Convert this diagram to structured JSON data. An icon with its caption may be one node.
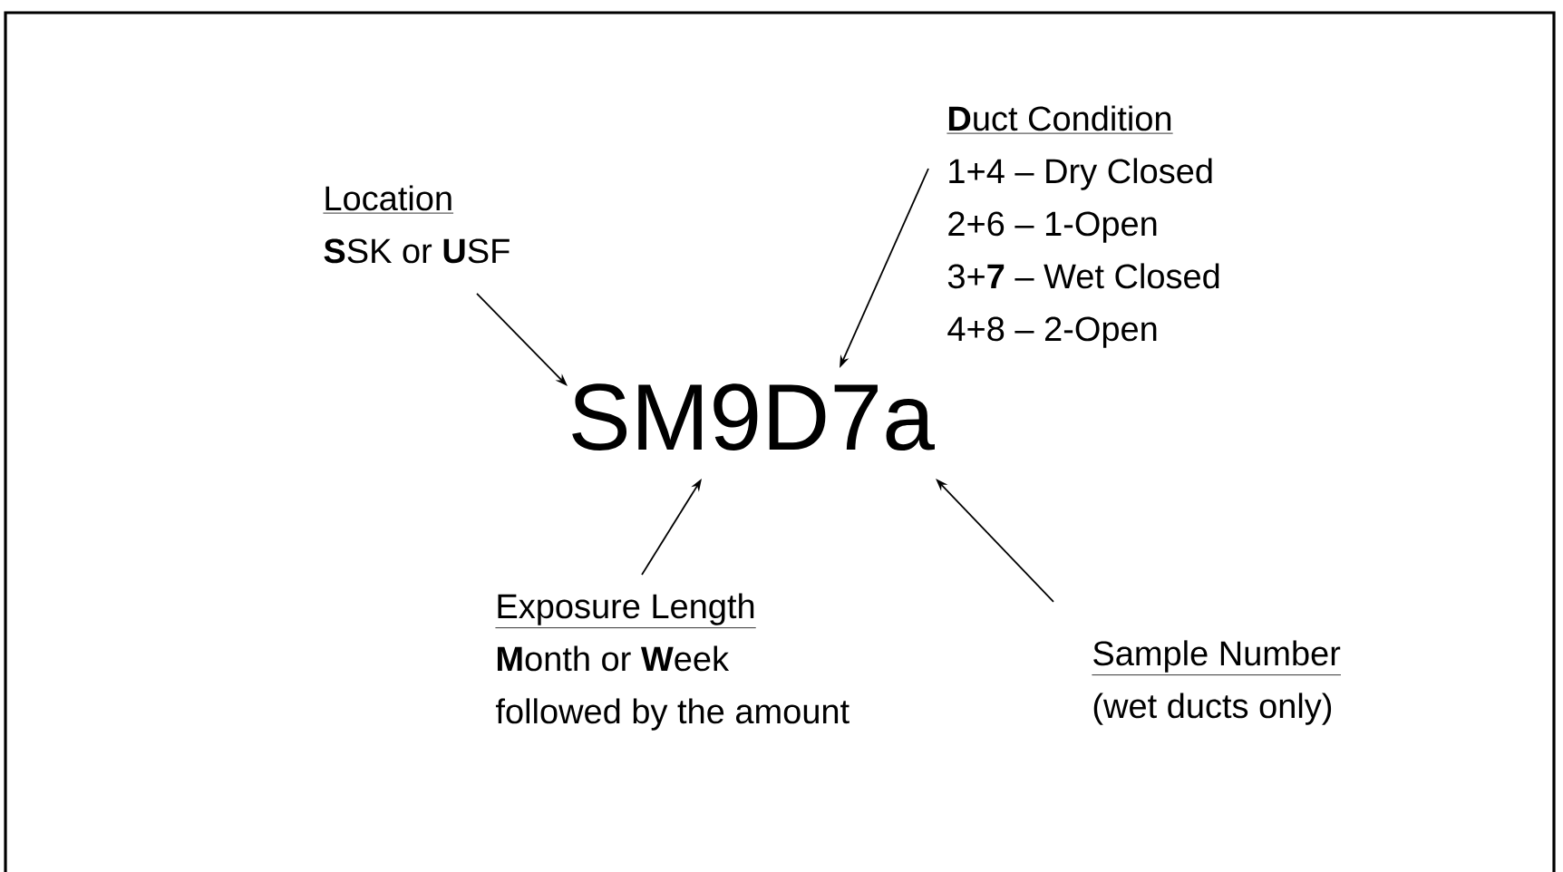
{
  "diagram": {
    "nodes": [
      {
        "text": [
          "Location",
          "**S**SK or **U**SF"
        ]
      },
      {
        "text": [
          "**D**uct Condition",
          "1+4 – Dry Closed",
          "2+6 – 1-Open",
          "3+**7** – Wet Closed",
          "4+8 – 2-Open"
        ]
      },
      {
        "text": [
          "SM9D7a"
        ]
      },
      {
        "text": [
          "Exposure Length",
          "**M**onth or **W**eek",
          "followed by the amount"
        ]
      },
      {
        "text": [
          "Sample Number",
          "(wet ducts only)"
        ]
      }
    ],
    "edges": [
      {
        "from": 0,
        "to": 2,
        "arrow": "to"
      },
      {
        "from": 1,
        "to": 2,
        "arrow": "to"
      },
      {
        "from": 3,
        "to": 2,
        "arrow": "to"
      },
      {
        "from": 4,
        "to": 2,
        "arrow": "to"
      }
    ]
  }
}
